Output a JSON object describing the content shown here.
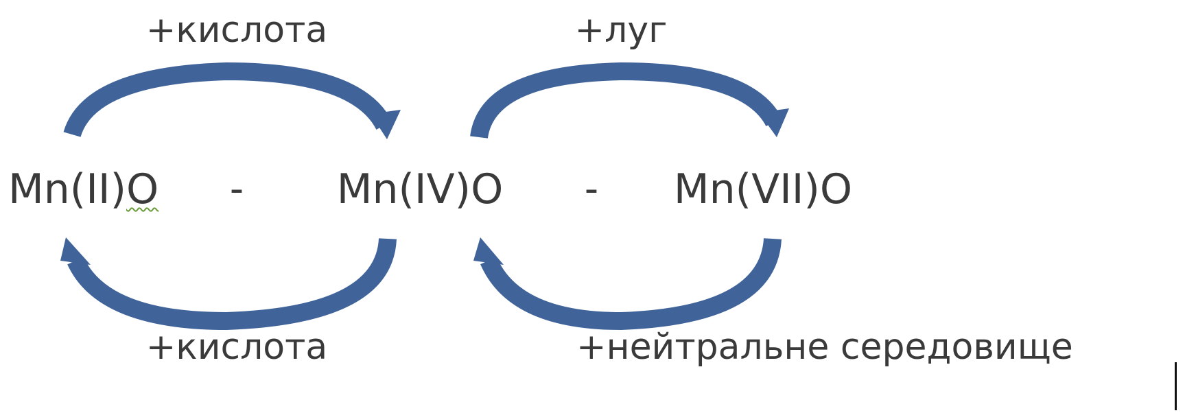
{
  "colors": {
    "arrow": "#40649a",
    "text": "#3a3a3a",
    "spellcheck": "#6a9a3a"
  },
  "diagram": {
    "species": {
      "mn2": {
        "prefix": "Mn(II)",
        "suffix": "O"
      },
      "mn4": "Mn(IV)O",
      "mn7": "Mn(VII)O"
    },
    "separators": [
      "-",
      "-"
    ],
    "conditions": {
      "top_left": "+кислота",
      "top_right": "+луг",
      "bottom_left": "+кислота",
      "bottom_right": "+нейтральне середовище"
    }
  }
}
